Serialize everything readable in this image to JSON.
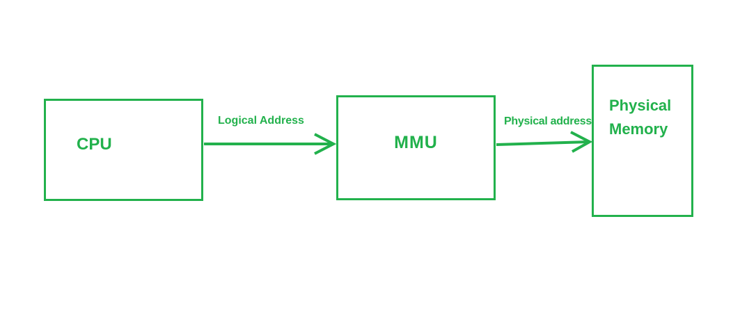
{
  "diagram": {
    "type": "block-diagram",
    "topic": "Address translation: CPU to Physical Memory via MMU",
    "background_color": "#ffffff",
    "accent_color": "#22b14c",
    "nodes": {
      "cpu": {
        "label": "CPU"
      },
      "mmu": {
        "label": "MMU"
      },
      "physical_memory": {
        "label_lines": [
          "Physical",
          "Memory"
        ]
      }
    },
    "edges": {
      "cpu_to_mmu": {
        "from": "CPU",
        "to": "MMU",
        "label": "Logical Address",
        "direction": "right"
      },
      "mmu_to_physical": {
        "from": "MMU",
        "to": "Physical Memory",
        "label": "Physical address",
        "direction": "right"
      }
    }
  }
}
